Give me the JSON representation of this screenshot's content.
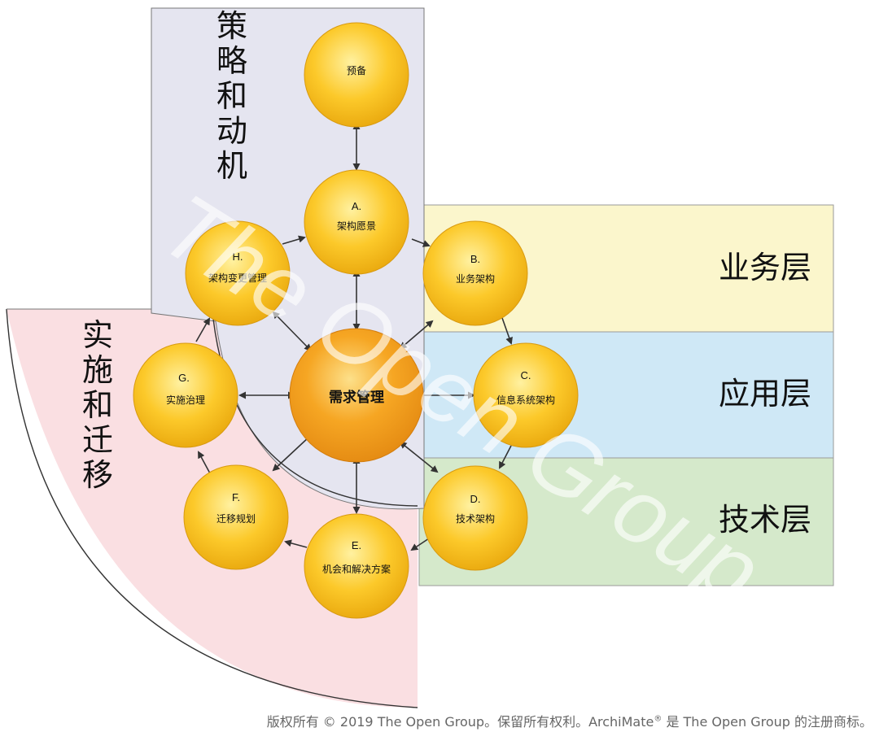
{
  "regions": {
    "strategy": "策略和动机",
    "implementation": "实施和迁移",
    "business": "业务层",
    "application": "应用层",
    "technology": "技术层"
  },
  "nodes": {
    "preliminary": {
      "letter": "",
      "name": "预备"
    },
    "a": {
      "letter": "A.",
      "name": "架构愿景"
    },
    "b": {
      "letter": "B.",
      "name": "业务架构"
    },
    "c": {
      "letter": "C.",
      "name": "信息系统架构"
    },
    "d": {
      "letter": "D.",
      "name": "技术架构"
    },
    "e": {
      "letter": "E.",
      "name": "机会和解决方案"
    },
    "f": {
      "letter": "F.",
      "name": "迁移规划"
    },
    "g": {
      "letter": "G.",
      "name": "实施治理"
    },
    "h": {
      "letter": "H.",
      "name": "架构变更管理"
    },
    "center": {
      "name": "需求管理"
    }
  },
  "watermark": "The Open Group",
  "copyright": {
    "prefix": "版权所有 © 2019 The Open Group。保留所有权利。ArchiMate",
    "reg": "®",
    "suffix": " 是 The Open Group 的注册商标。"
  },
  "colors": {
    "strategy_region": "#e5e5f0",
    "implementation_region": "#fadfe2",
    "business_layer": "#fbf6cc",
    "application_layer": "#cfe8f6",
    "technology_layer": "#d5e9cb",
    "node_fill": "#fcc92a",
    "center_fill": "#f6a623"
  }
}
